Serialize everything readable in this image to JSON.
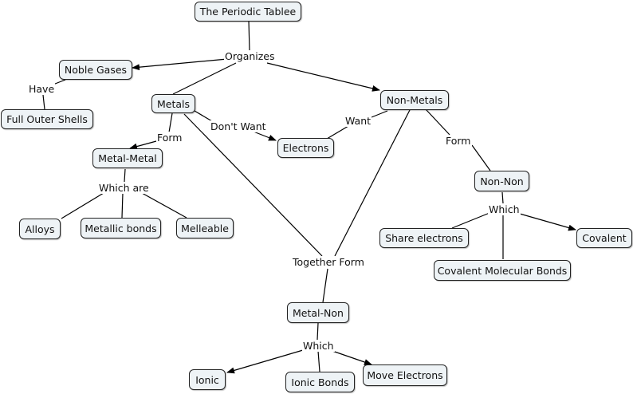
{
  "nodes": {
    "periodic_table": "The Periodic Tablee",
    "noble_gases": "Noble Gases",
    "full_outer_shells": "Full Outer Shells",
    "metals": "Metals",
    "non_metals": "Non-Metals",
    "electrons": "Electrons",
    "metal_metal": "Metal-Metal",
    "non_non": "Non-Non",
    "alloys": "Alloys",
    "metallic_bonds": "Metallic bonds",
    "melleable": "Melleable",
    "share_electrons": "Share electrons",
    "covalent": "Covalent",
    "covalent_molecular_bonds": "Covalent Molecular Bonds",
    "metal_non": "Metal-Non",
    "ionic": "Ionic",
    "ionic_bonds": "Ionic Bonds",
    "move_electrons": "Move Electrons"
  },
  "link_labels": {
    "organizes": "Organizes",
    "have": "Have",
    "dont_want": "Don't Want",
    "want": "Want",
    "form_metals": "Form",
    "form_non_metals": "Form",
    "which_are": "Which are",
    "which_non_non": "Which",
    "together_form": "Together Form",
    "which_metal_non": "Which"
  }
}
